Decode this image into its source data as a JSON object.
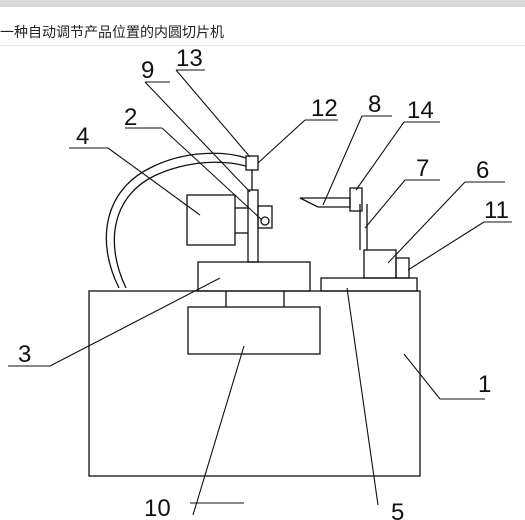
{
  "header": {
    "title": "一种自动调节产品位置的内圆切片机"
  },
  "labels": [
    "1",
    "2",
    "3",
    "4",
    "5",
    "6",
    "7",
    "8",
    "9",
    "10",
    "11",
    "12",
    "13",
    "14"
  ],
  "colors": {
    "line": "#111111",
    "bar": "#d9d9d9"
  }
}
